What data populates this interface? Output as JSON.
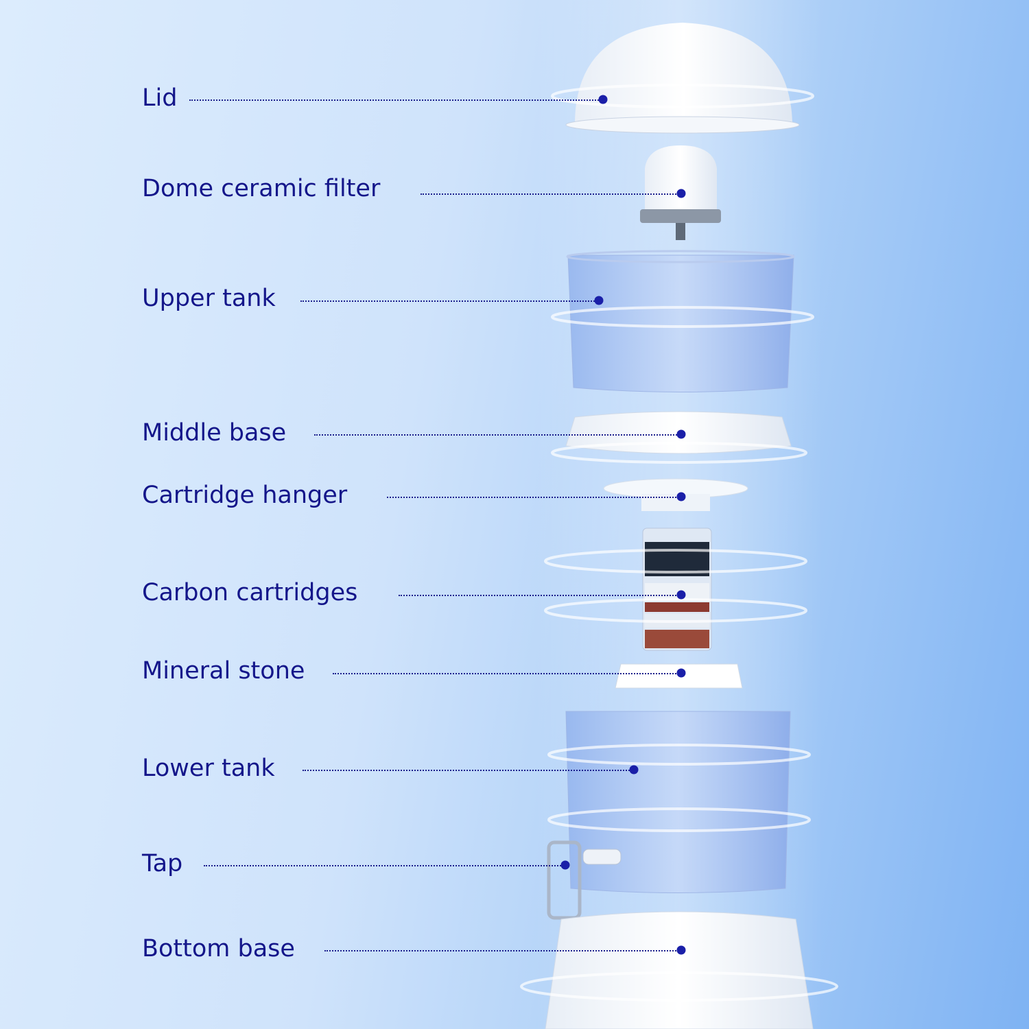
{
  "colors": {
    "label": "#14168a",
    "marker": "#1a1fa8",
    "background": "#cfe3fb"
  },
  "parts": [
    {
      "label": "Lid"
    },
    {
      "label": "Dome ceramic filter"
    },
    {
      "label": "Upper tank"
    },
    {
      "label": "Middle base"
    },
    {
      "label": "Cartridge hanger"
    },
    {
      "label": "Carbon cartridges"
    },
    {
      "label": "Mineral stone"
    },
    {
      "label": "Lower tank"
    },
    {
      "label": "Tap"
    },
    {
      "label": "Bottom base"
    }
  ]
}
